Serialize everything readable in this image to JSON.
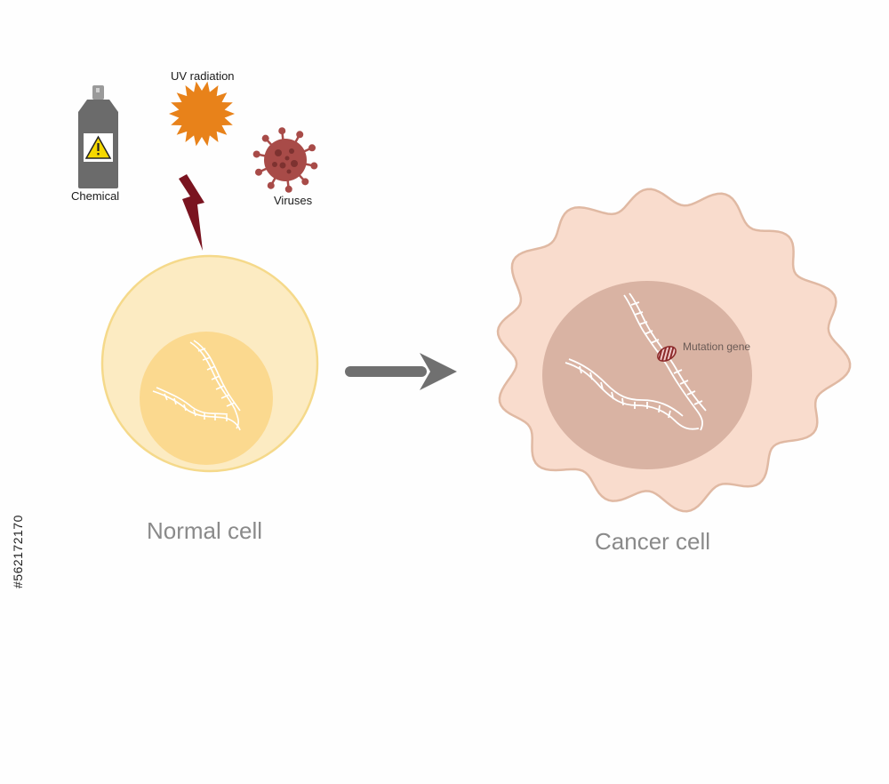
{
  "labels": {
    "uv": "UV radiation",
    "chemical": "Chemical",
    "viruses": "Viruses",
    "normal_cell": "Normal cell",
    "cancer_cell": "Cancer cell",
    "mutation_gene": "Mutation gene",
    "stock_id": "#562172170"
  },
  "icons": {
    "spray": "spray-can-icon",
    "warning": "warning-icon",
    "sun": "sun-icon",
    "virus": "virus-icon",
    "lightning": "lightning-icon",
    "arrow": "arrow-right-icon"
  },
  "colors": {
    "sun": "#e8821a",
    "virus": "#a84b48",
    "lightning": "#7a1420",
    "spray_can": "#6b6b6b",
    "warning": "#f5d800",
    "normal_cell_outer": "#fcebc2",
    "normal_cell_border": "#f5d98a",
    "normal_nucleus": "#fbd98f",
    "cancer_cell": "#f9dccd",
    "cancer_border": "#e0b9a3",
    "cancer_nucleus": "#d9b3a3",
    "arrow": "#707070",
    "mutation": "#8c2a2a"
  }
}
